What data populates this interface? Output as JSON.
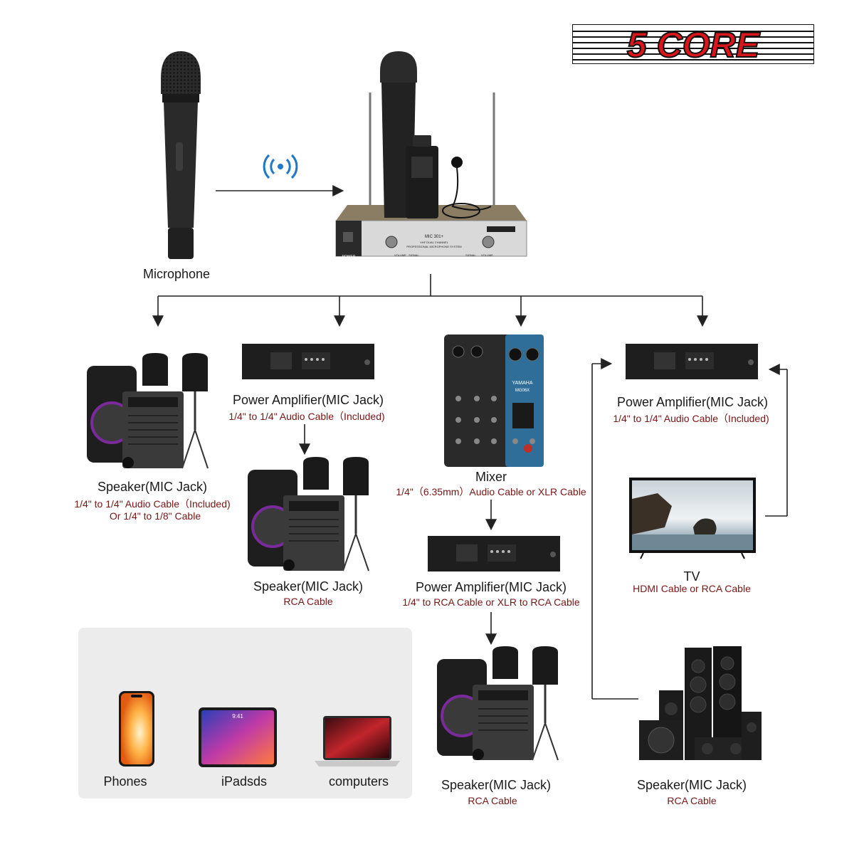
{
  "brand": {
    "logo_text": "5 CORE"
  },
  "source": {
    "microphone_label": "Microphone",
    "receiver": {
      "model": "MIC 301+",
      "line1": "VHF DUAL CHANNEL",
      "line2": "PROFESSIONAL MICROPHONE SYSTEM",
      "power": "POWER",
      "volume_l": "VOLUME",
      "signal_l": "SIGNAL",
      "signal_r": "SIGNAL",
      "volume_r": "VOLUME"
    }
  },
  "branches": {
    "speaker1": {
      "title": "Speaker(MIC Jack)",
      "line1": "1/4\" to 1/4\" Audio Cable（Included)",
      "line2": "Or 1/4\"  to 1/8\" Cable"
    },
    "amp1": {
      "title": "Power Amplifier(MIC Jack)",
      "sub": "1/4\" to 1/4\" Audio Cable（Included)"
    },
    "speaker2": {
      "title": "Speaker(MIC Jack)",
      "sub": "RCA Cable"
    },
    "mixer": {
      "title": "Mixer",
      "sub": "1/4\"（6.35mm）Audio Cable or XLR Cable",
      "brand": "YAMAHA",
      "model": "MG06X"
    },
    "amp2": {
      "title": "Power Amplifier(MIC Jack)",
      "sub": "1/4\" to RCA Cable  or XLR to RCA Cable"
    },
    "speaker3": {
      "title": "Speaker(MIC Jack)",
      "sub": "RCA Cable"
    },
    "amp3": {
      "title": "Power Amplifier(MIC Jack)",
      "sub": "1/4\" to 1/4\" Audio Cable（Included)"
    },
    "tv": {
      "title": "TV",
      "sub": "HDMI Cable or RCA Cable"
    },
    "speaker4": {
      "title": "Speaker(MIC Jack)",
      "sub": "RCA Cable"
    }
  },
  "devices": {
    "phones": "Phones",
    "ipads": "iPadsds",
    "ipad_time": "9:41",
    "computers": "computers"
  },
  "colors": {
    "accent_red": "#d9161c",
    "sub_text": "#7a1515",
    "signal_blue": "#1f78c8",
    "panel_bg": "#ececec"
  }
}
